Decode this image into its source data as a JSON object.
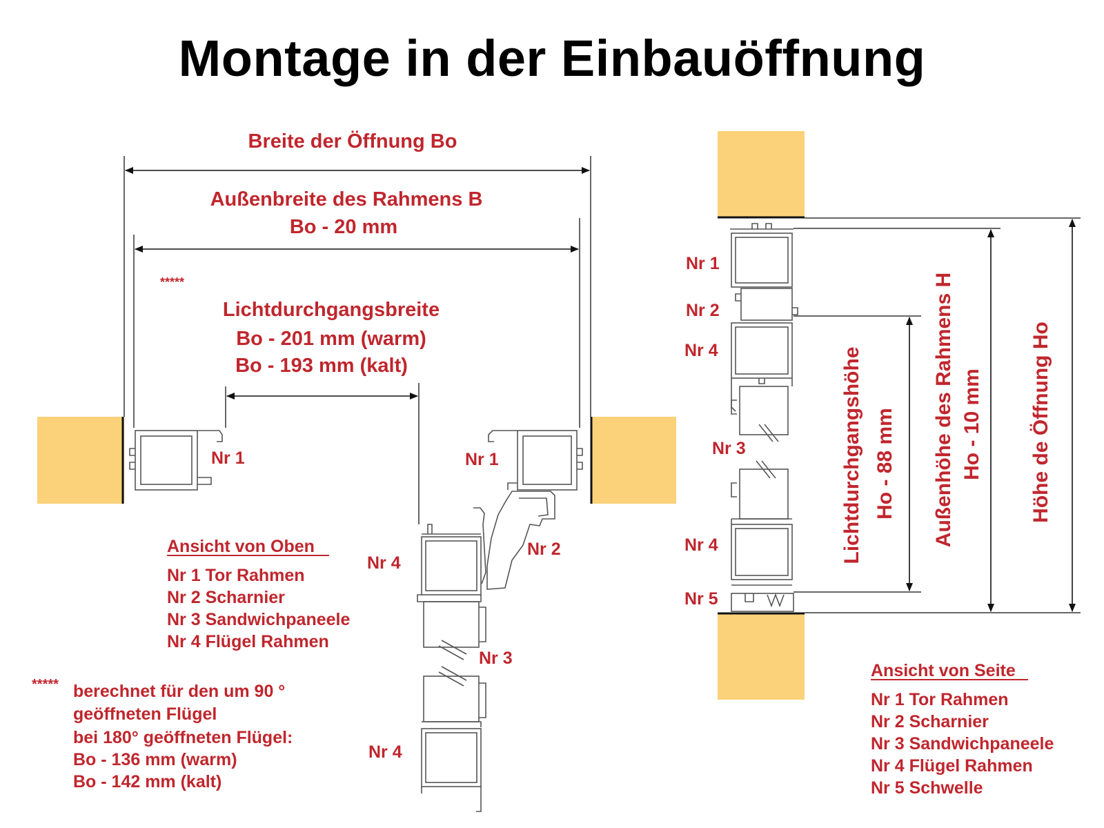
{
  "title": "Montage in der Einbauöffnung",
  "colors": {
    "accent_red": "#c0262d",
    "wall": "#fbd27a",
    "profile_line": "#555555",
    "dimension_line": "#111111"
  },
  "top_view": {
    "dim_opening_width": "Breite der Öffnung Bo",
    "dim_frame_width_title": "Außenbreite des Rahmens   B",
    "dim_frame_width_formula": "Bo - 20 mm",
    "asterisks": "*****",
    "dim_clear_width_title": "Lichtdurchgangsbreite",
    "dim_clear_width_warm": "Bo - 201 mm (warm)",
    "dim_clear_width_cold": "Bo - 193 mm (kalt)",
    "labels": {
      "nr1_left": "Nr 1",
      "nr1_right": "Nr 1",
      "nr2": "Nr 2",
      "nr3": "Nr 3",
      "nr4_upper": "Nr 4",
      "nr4_lower": "Nr 4"
    },
    "legend_title": "Ansicht von Oben",
    "legend_items": [
      "Nr 1 Tor Rahmen",
      "Nr 2 Scharnier",
      "Nr 3 Sandwichpaneele",
      "Nr 4 Flügel Rahmen"
    ],
    "footnote_marker": "*****",
    "footnote_lines": [
      "berechnet für den um 90 °",
      "geöffneten Flügel",
      "bei 180° geöffneten Flügel:",
      "Bo - 136 mm (warm)",
      "Bo - 142 mm (kalt)"
    ]
  },
  "side_view": {
    "labels": {
      "nr1": "Nr 1",
      "nr2": "Nr 2",
      "nr4_upper": "Nr 4",
      "nr3": "Nr 3",
      "nr4_lower": "Nr 4",
      "nr5": "Nr 5"
    },
    "dim_clear_height_title": "Lichtdurchgangshöhe",
    "dim_clear_height_formula": "Ho - 88 mm",
    "dim_frame_height_title": "Außenhöhe des Rahmens H",
    "dim_frame_height_formula": "Ho - 10 mm",
    "dim_opening_height": "Höhe de Öffnung Ho",
    "legend_title": "Ansicht von Seite",
    "legend_items": [
      "Nr 1 Tor Rahmen",
      "Nr 2 Scharnier",
      "Nr 3 Sandwichpaneele",
      "Nr 4 Flügel Rahmen",
      "Nr 5 Schwelle"
    ]
  }
}
